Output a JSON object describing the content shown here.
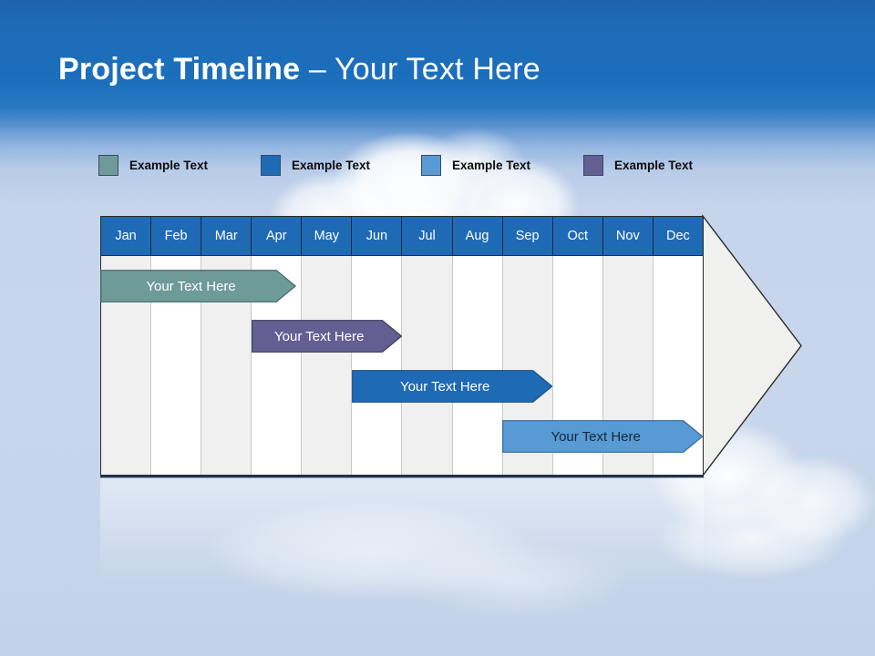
{
  "title": {
    "strong": "Project Timeline",
    "light": " – Your Text Here"
  },
  "colors": {
    "header_blue": "#1f6ab5",
    "band_blue": "#1c6fbd",
    "legend_teal": "#6e9a98",
    "legend_blue_dark": "#1f6ab5",
    "legend_blue_light": "#589ad4",
    "legend_purple": "#635f93",
    "grid_alt": "#f0f0f0",
    "grid_base": "#ffffff",
    "outline": "#2b2b2b",
    "arrow_fill": "#f0f0ee"
  },
  "legend": {
    "items": [
      {
        "label": "Example Text",
        "color": "#6e9a98",
        "x": 0
      },
      {
        "label": "Example Text",
        "color": "#1f6ab5",
        "x": 178
      },
      {
        "label": "Example Text",
        "color": "#589ad4",
        "x": 354
      },
      {
        "label": "Example Text",
        "color": "#635f93",
        "x": 532
      }
    ]
  },
  "chart_data": {
    "type": "bar",
    "title": "Project Timeline",
    "categories": [
      "Jan",
      "Feb",
      "Mar",
      "Apr",
      "May",
      "Jun",
      "Jul",
      "Aug",
      "Sep",
      "Oct",
      "Nov",
      "Dec"
    ],
    "xlabel": "",
    "ylabel": "",
    "grid": true,
    "legend_position": "top",
    "series": [
      {
        "name": "Example Text",
        "label": "Your  Text Here",
        "color": "#6e9a98",
        "stroke": "#3f6a68",
        "text_color": "#ffffff",
        "start_month": "Jan",
        "end_month": "Apr",
        "start_index": 0,
        "end_index": 3.9,
        "row": 0
      },
      {
        "name": "Example Text",
        "label": "Your  Text Here",
        "color": "#635f93",
        "stroke": "#3c3a5c",
        "text_color": "#ffffff",
        "start_month": "Apr",
        "end_month": "Jun",
        "start_index": 3.0,
        "end_index": 6.0,
        "row": 1
      },
      {
        "name": "Example Text",
        "label": "Your  Text Here",
        "color": "#1f6ab5",
        "stroke": "#184f87",
        "text_color": "#ffffff",
        "start_month": "Jun",
        "end_month": "Sep",
        "start_index": 5.0,
        "end_index": 9.0,
        "row": 2
      },
      {
        "name": "Example Text",
        "label": "Your  Text Here",
        "color": "#589ad4",
        "stroke": "#35699b",
        "text_color": "#14283c",
        "start_month": "Sep",
        "end_month": "Dec",
        "start_index": 8.0,
        "end_index": 12.0,
        "row": 3
      }
    ]
  }
}
